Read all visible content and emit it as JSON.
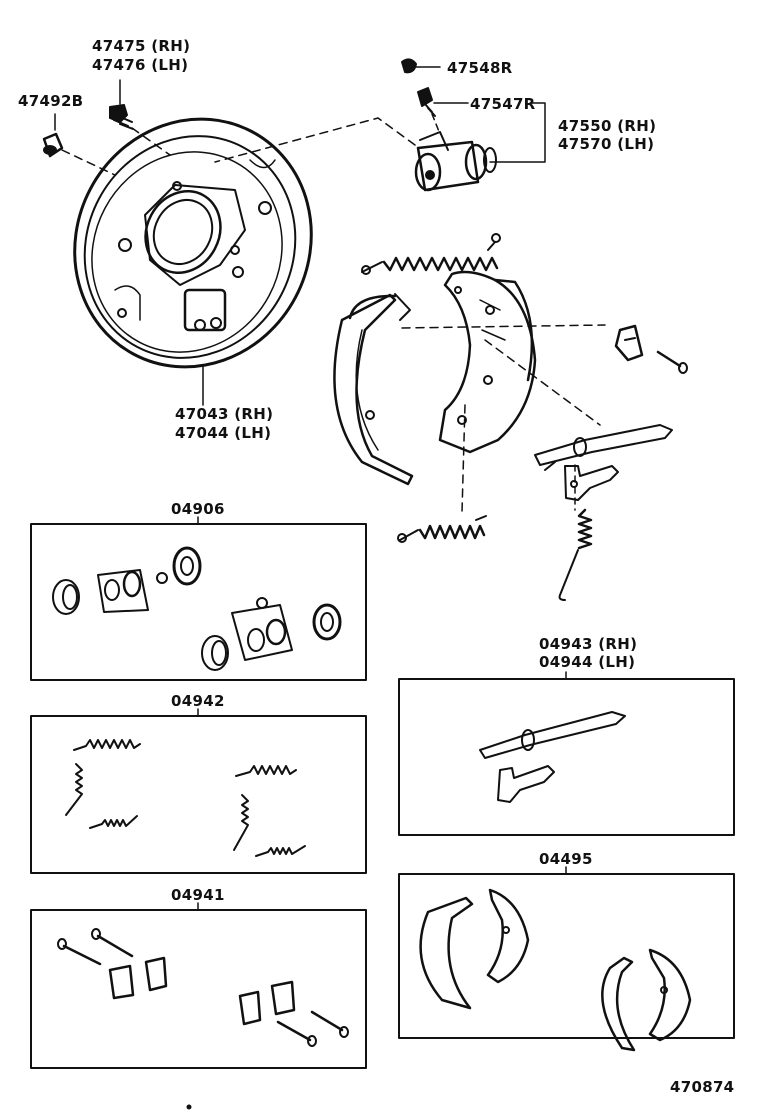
{
  "labels": {
    "l47475": "47475 (RH)",
    "l47476": "47476 (LH)",
    "l47492B": "47492B",
    "l47548R": "47548R",
    "l47547R": "47547R",
    "l47550": "47550 (RH)",
    "l47570": "47570 (LH)",
    "l47043": "47043 (RH)",
    "l47044": "47044 (LH)",
    "k04906": "04906",
    "k04942": "04942",
    "k04941": "04941",
    "k04943": "04943 (RH)",
    "k04944": "04944 (LH)",
    "k04495": "04495",
    "figure_no": "470874"
  },
  "colors": {
    "ink": "#111111",
    "paper": "#ffffff"
  }
}
